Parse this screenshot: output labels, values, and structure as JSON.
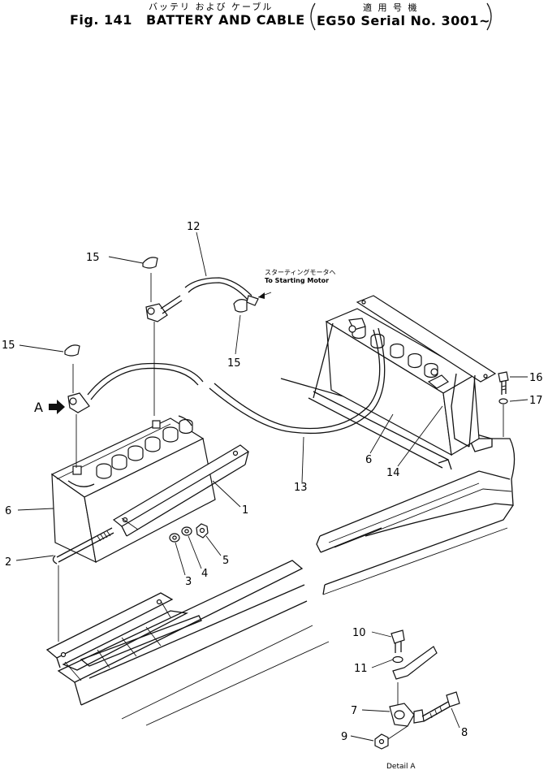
{
  "header": {
    "title_jp": "バッテリ および ケーブル",
    "fig_label": "Fig. 141",
    "title_en": "BATTERY AND CABLE",
    "applicable_jp": "適 用 号 機",
    "serial": "EG50 Serial No. 3001~"
  },
  "notes": {
    "starting_motor_jp": "スターティングモータヘ",
    "starting_motor_en": "To Starting Motor",
    "detail_view_marker": "A",
    "detail_caption": "Detail A"
  },
  "callouts": {
    "part_1": "1",
    "part_2": "2",
    "part_3": "3",
    "part_4": "4",
    "part_5": "5",
    "part_6_left": "6",
    "part_6_right": "6",
    "part_7": "7",
    "part_8": "8",
    "part_9": "9",
    "part_10": "10",
    "part_11": "11",
    "part_12": "12",
    "part_13": "13",
    "part_14": "14",
    "part_15_top": "15",
    "part_15_left": "15",
    "part_15_mid": "15",
    "part_16": "16",
    "part_17": "17"
  }
}
